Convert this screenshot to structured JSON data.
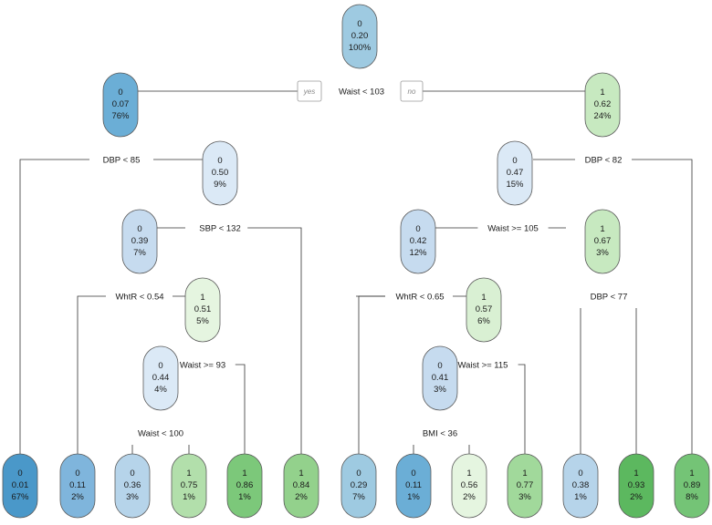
{
  "tree": {
    "yes_label": "yes",
    "no_label": "no",
    "nodes": [
      {
        "id": "root",
        "cls": "0",
        "prob": "0.20",
        "pct": "100%",
        "color": "#9ecae1"
      },
      {
        "id": "n2",
        "cls": "0",
        "prob": "0.07",
        "pct": "76%",
        "color": "#6baed6"
      },
      {
        "id": "n3",
        "cls": "1",
        "prob": "0.62",
        "pct": "24%",
        "color": "#c7e9c0"
      },
      {
        "id": "n5",
        "cls": "0",
        "prob": "0.50",
        "pct": "9%",
        "color": "#dbe9f6"
      },
      {
        "id": "n6",
        "cls": "0",
        "prob": "0.47",
        "pct": "15%",
        "color": "#dbe9f6"
      },
      {
        "id": "n10",
        "cls": "0",
        "prob": "0.39",
        "pct": "7%",
        "color": "#c6dbef"
      },
      {
        "id": "n12",
        "cls": "0",
        "prob": "0.42",
        "pct": "12%",
        "color": "#c6dbef"
      },
      {
        "id": "n13",
        "cls": "1",
        "prob": "0.67",
        "pct": "3%",
        "color": "#c7e9c0"
      },
      {
        "id": "n20",
        "cls": "1",
        "prob": "0.51",
        "pct": "5%",
        "color": "#e5f5e0"
      },
      {
        "id": "n25",
        "cls": "1",
        "prob": "0.57",
        "pct": "6%",
        "color": "#d9f0d3"
      },
      {
        "id": "n40",
        "cls": "0",
        "prob": "0.44",
        "pct": "4%",
        "color": "#dbe9f6"
      },
      {
        "id": "n50",
        "cls": "0",
        "prob": "0.41",
        "pct": "3%",
        "color": "#c6dbef"
      },
      {
        "id": "L1",
        "cls": "0",
        "prob": "0.01",
        "pct": "67%",
        "color": "#4a98c9"
      },
      {
        "id": "L2",
        "cls": "0",
        "prob": "0.11",
        "pct": "2%",
        "color": "#7fb5dc"
      },
      {
        "id": "L3",
        "cls": "0",
        "prob": "0.36",
        "pct": "3%",
        "color": "#b6d4ea"
      },
      {
        "id": "L4",
        "cls": "1",
        "prob": "0.75",
        "pct": "1%",
        "color": "#b2dfab"
      },
      {
        "id": "L5",
        "cls": "1",
        "prob": "0.86",
        "pct": "1%",
        "color": "#7cc87a"
      },
      {
        "id": "L6",
        "cls": "1",
        "prob": "0.84",
        "pct": "2%",
        "color": "#93d18c"
      },
      {
        "id": "L7",
        "cls": "0",
        "prob": "0.29",
        "pct": "7%",
        "color": "#9ecae1"
      },
      {
        "id": "L8",
        "cls": "0",
        "prob": "0.11",
        "pct": "1%",
        "color": "#6baed6"
      },
      {
        "id": "L9",
        "cls": "1",
        "prob": "0.56",
        "pct": "2%",
        "color": "#e5f5e0"
      },
      {
        "id": "L10",
        "cls": "1",
        "prob": "0.77",
        "pct": "3%",
        "color": "#a1d99b"
      },
      {
        "id": "L11",
        "cls": "0",
        "prob": "0.38",
        "pct": "1%",
        "color": "#b6d4ea"
      },
      {
        "id": "L12",
        "cls": "1",
        "prob": "0.93",
        "pct": "2%",
        "color": "#5cb85f"
      },
      {
        "id": "L13",
        "cls": "1",
        "prob": "0.89",
        "pct": "8%",
        "color": "#74c476"
      }
    ],
    "splits": [
      {
        "id": "s_root",
        "label": "Waist < 103"
      },
      {
        "id": "s_n2",
        "label": "DBP < 85"
      },
      {
        "id": "s_n3",
        "label": "DBP < 82"
      },
      {
        "id": "s_n5",
        "label": "SBP < 132"
      },
      {
        "id": "s_n6",
        "label": "Waist >= 105"
      },
      {
        "id": "s_n10",
        "label": "WhtR < 0.54"
      },
      {
        "id": "s_n12",
        "label": "WhtR < 0.65"
      },
      {
        "id": "s_n13",
        "label": "DBP < 77"
      },
      {
        "id": "s_n20",
        "label": "Waist >= 93"
      },
      {
        "id": "s_n25",
        "label": "Waist >= 115"
      },
      {
        "id": "s_n40",
        "label": "Waist < 100"
      },
      {
        "id": "s_n50",
        "label": "BMI < 36"
      }
    ]
  }
}
